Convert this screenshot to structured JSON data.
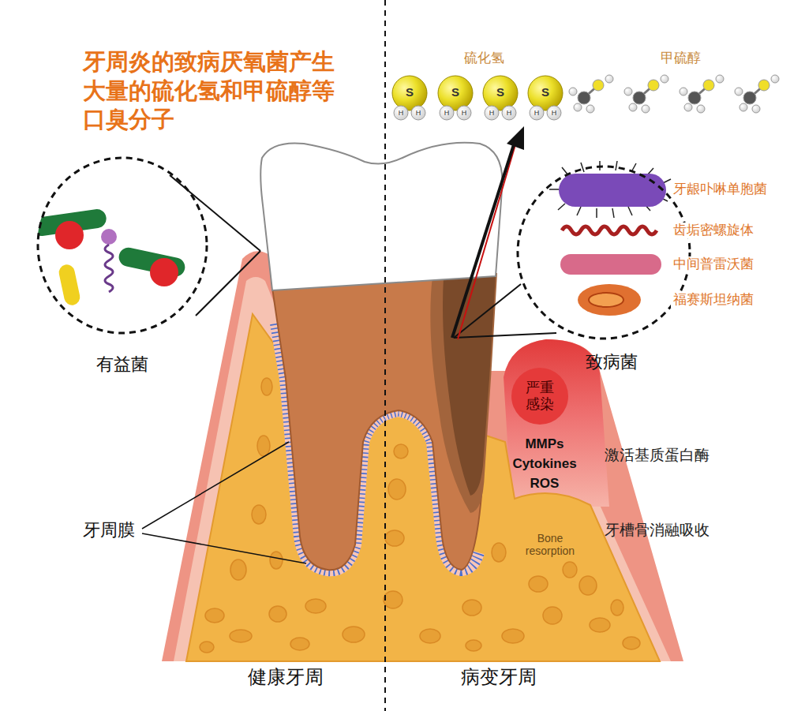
{
  "diagram": {
    "title": "牙周炎的致病厌氧菌产生 大量的硫化氢和甲硫醇等 口臭分子",
    "nodes": [
      {
        "text": [
          "有益菌"
        ]
      },
      {
        "text": [
          "致病菌"
        ]
      },
      {
        "text": [
          "严重 感染"
        ]
      }
    ],
    "labels": [
      "硫化氢",
      "甲硫醇",
      "S",
      "S",
      "S",
      "S",
      "H",
      "H",
      "H",
      "H",
      "H",
      "H",
      "H",
      "H",
      "牙龈卟啉单胞菌",
      "齿垢密螺旋体",
      "中间普雷沃菌",
      "福赛斯坦纳菌",
      "MMPs",
      "Cytokines",
      "ROS",
      "激活基质蛋白酶",
      "Bone resorption",
      "牙槽骨消融吸收",
      "牙周膜",
      "健康牙周",
      "病变牙周"
    ]
  }
}
